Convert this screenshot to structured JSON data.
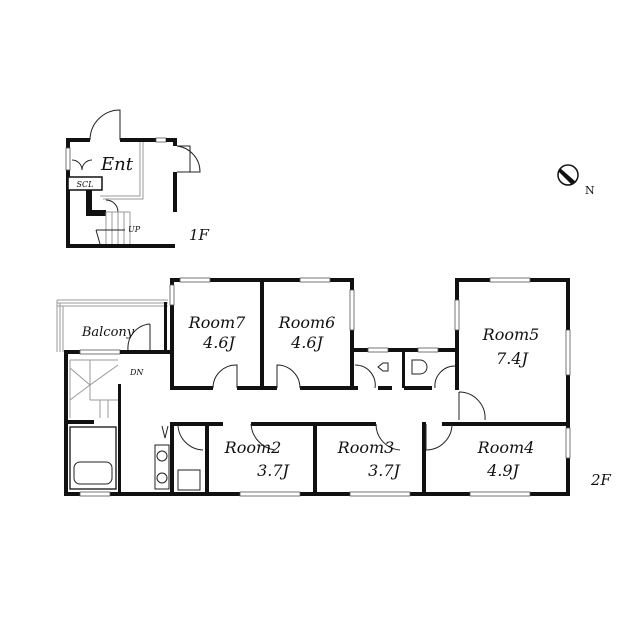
{
  "floor1": {
    "label": "1F",
    "entrance": "Ent",
    "shoe_closet": "SCL",
    "stairs": "UP"
  },
  "floor2": {
    "label": "2F",
    "balcony": "Balcony",
    "stairs": "DN",
    "rooms": [
      {
        "name": "Room7",
        "size": "4.6J"
      },
      {
        "name": "Room6",
        "size": "4.6J"
      },
      {
        "name": "Room5",
        "size": "7.4J"
      },
      {
        "name": "Room2",
        "size": "3.7J"
      },
      {
        "name": "Room3",
        "size": "3.7J"
      },
      {
        "name": "Room4",
        "size": "4.9J"
      }
    ]
  },
  "compass": {
    "label": "N"
  }
}
